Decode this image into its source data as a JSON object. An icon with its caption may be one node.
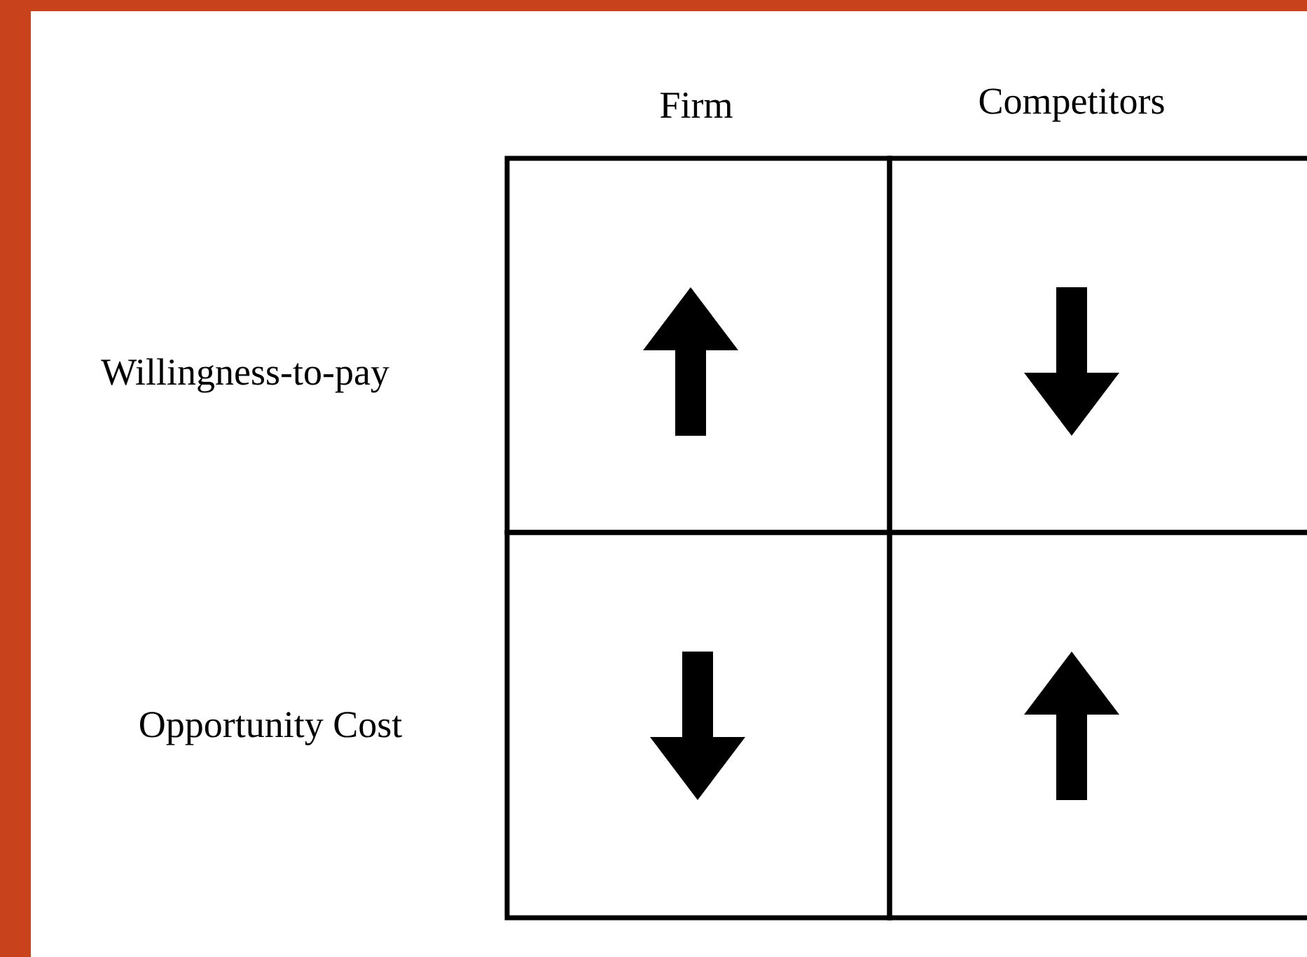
{
  "diagram": {
    "nodes": [
      {
        "text": [],
        "shape": "box"
      },
      {
        "text": [],
        "shape": "box"
      },
      {
        "text": [],
        "shape": "box"
      },
      {
        "text": [],
        "shape": "box"
      }
    ],
    "labels": [
      "Firm",
      "Competitors",
      "Willingness-to-pay",
      "Opportunity Cost"
    ]
  }
}
